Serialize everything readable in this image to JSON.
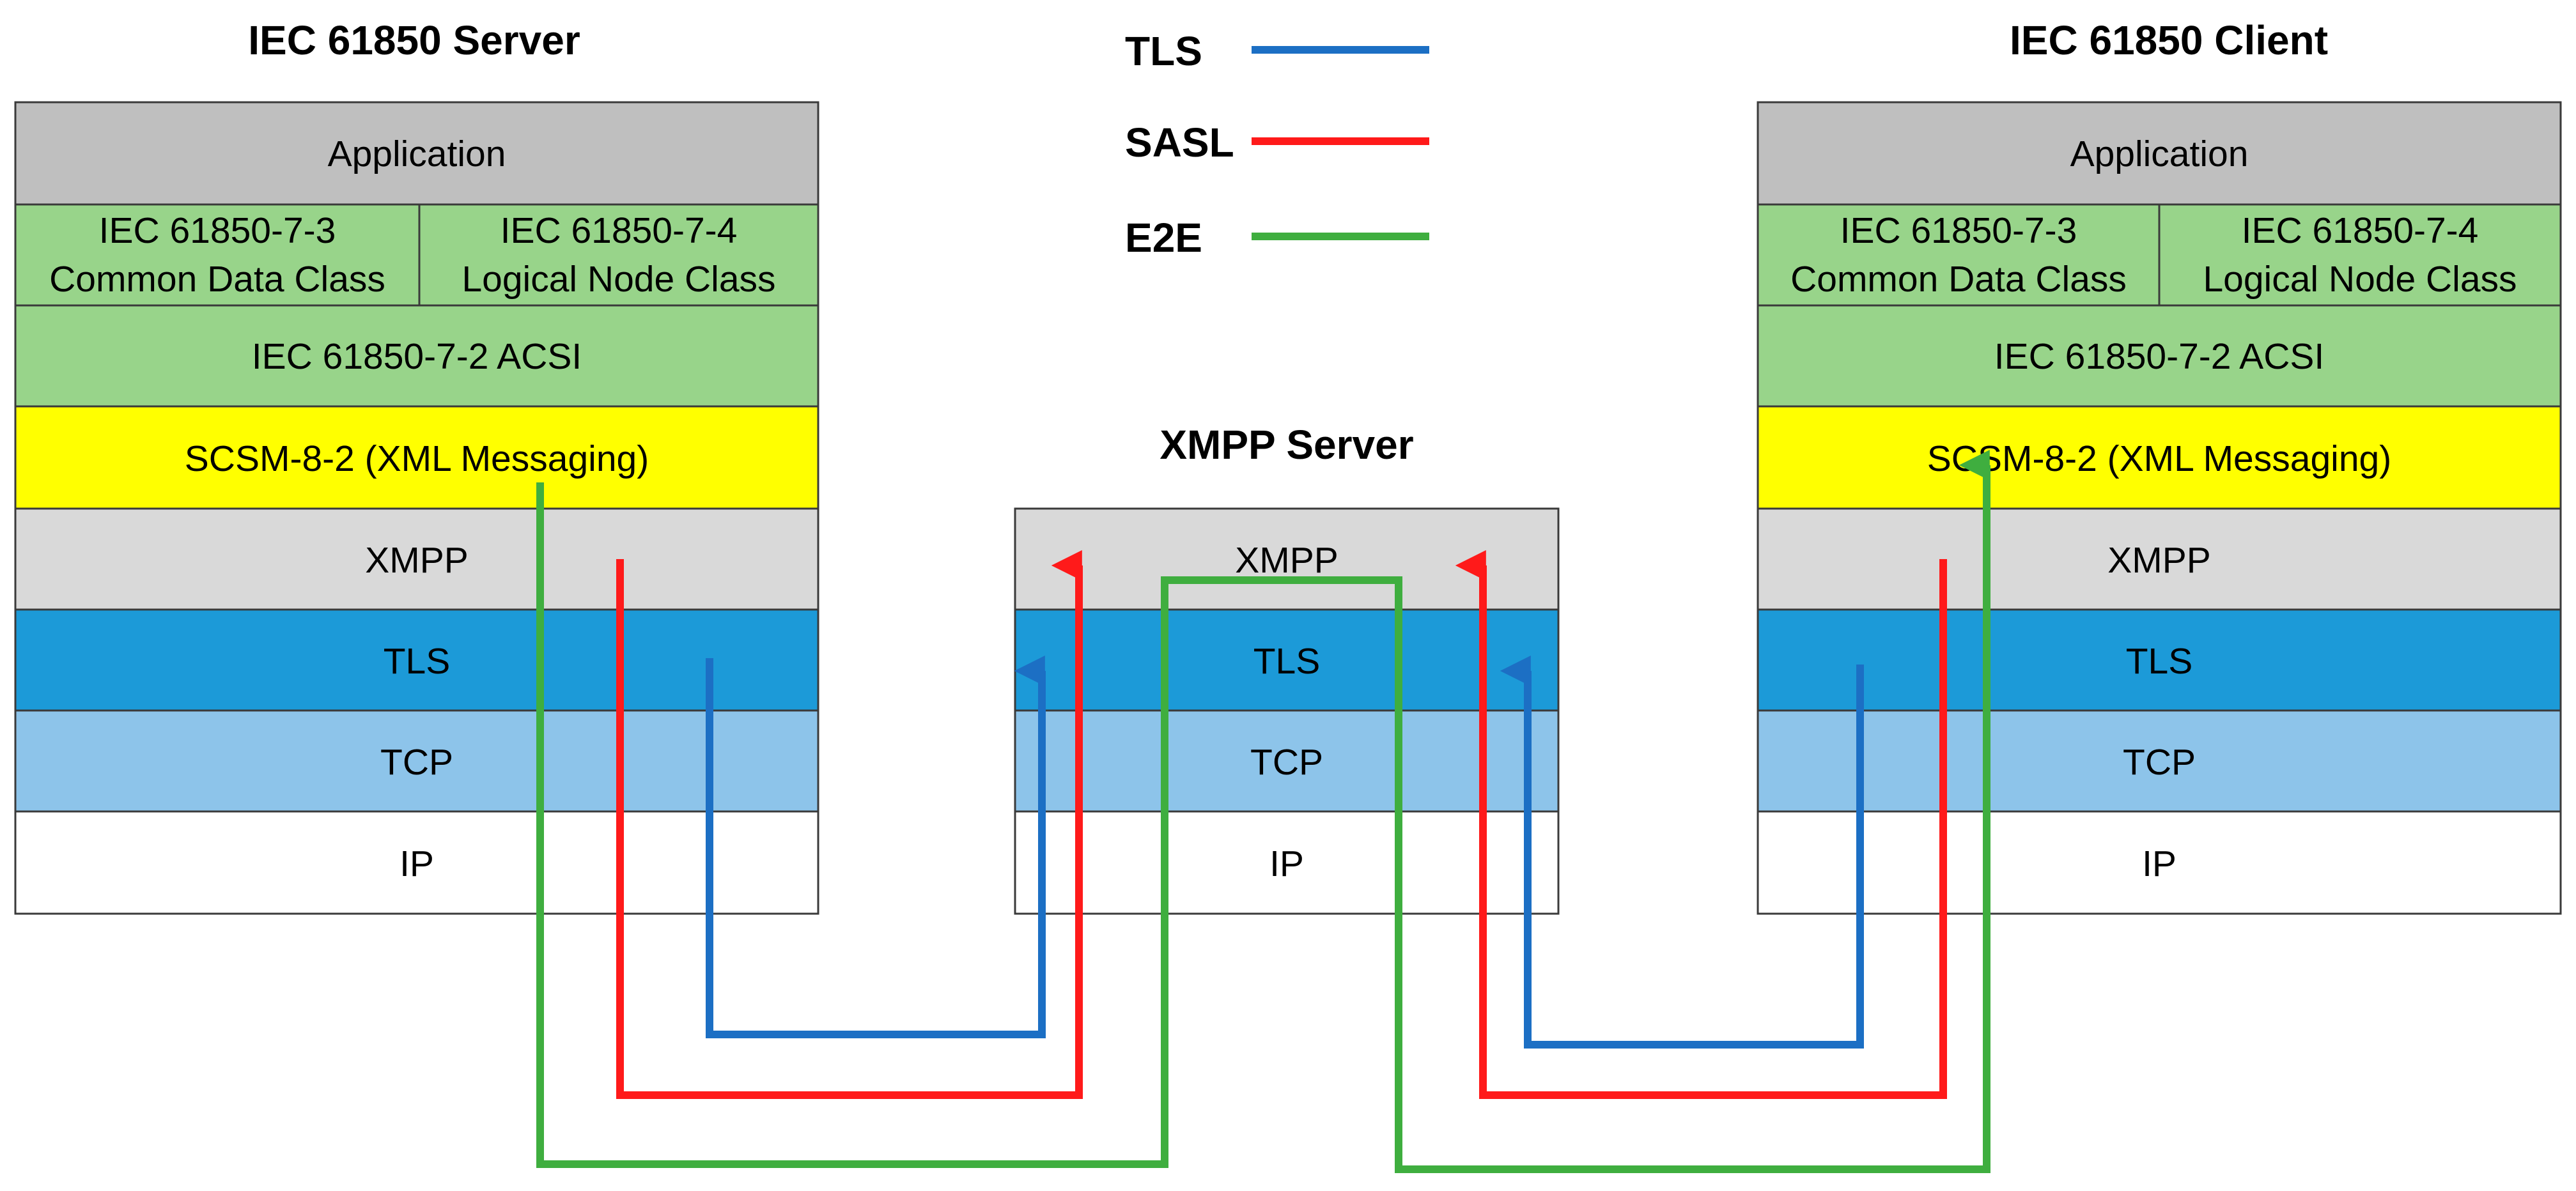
{
  "titles": {
    "server": "IEC 61850 Server",
    "xmpp_server": "XMPP Server",
    "client": "IEC 61850 Client"
  },
  "legend": [
    {
      "label": "TLS",
      "color": "#1c6fc4"
    },
    {
      "label": "SASL",
      "color": "#ff1a1a"
    },
    {
      "label": "E2E",
      "color": "#3fae3f"
    }
  ],
  "stack": {
    "application": "Application",
    "cdc_line1": "IEC 61850-7-3",
    "cdc_line2": "Common Data Class",
    "lnc_line1": "IEC 61850-7-4",
    "lnc_line2": "Logical Node Class",
    "acsi": "IEC 61850-7-2 ACSI",
    "scsm": "SCSM-8-2 (XML Messaging)",
    "xmpp": "XMPP",
    "tls": "TLS",
    "tcp": "TCP",
    "ip": "IP"
  },
  "colors": {
    "application": "#bfbfbf",
    "iec": "#98d48a",
    "scsm": "#ffff00",
    "xmpp": "#d9d9d9",
    "tls": "#1c9ad8",
    "tcp": "#8dc4ea",
    "ip": "#ffffff",
    "tls_path": "#1c6fc4",
    "sasl_path": "#ff1a1a",
    "e2e_path": "#3fae3f"
  }
}
